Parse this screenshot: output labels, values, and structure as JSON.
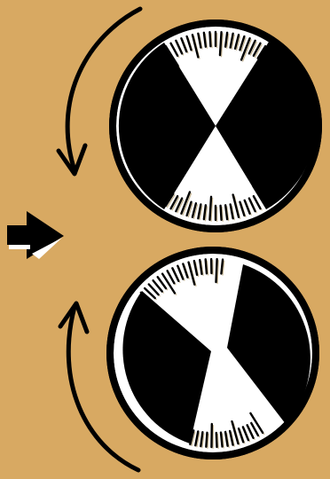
{
  "scene": {
    "background_color": "#d8a962",
    "ink_color": "#000000",
    "face_color": "#ffffff"
  },
  "dials": [
    {
      "id": "top",
      "rotation_direction": "counterclockwise"
    },
    {
      "id": "bottom",
      "rotation_direction": "clockwise"
    }
  ],
  "controls": {
    "pointer_direction": "right",
    "icons": [
      "pointer-arrow-icon",
      "curved-arrow-icon"
    ]
  }
}
